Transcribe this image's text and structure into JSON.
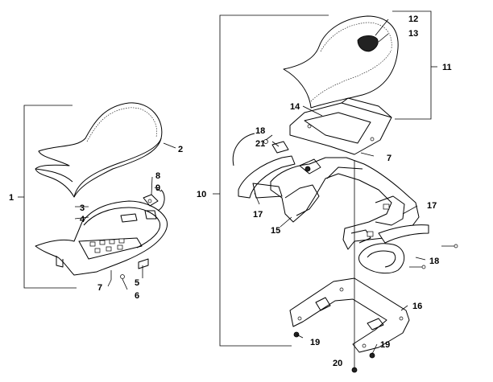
{
  "callouts": [
    {
      "id": "c1",
      "text": "1"
    },
    {
      "id": "c2",
      "text": "2"
    },
    {
      "id": "c3",
      "text": "3"
    },
    {
      "id": "c4",
      "text": "4"
    },
    {
      "id": "c5",
      "text": "5"
    },
    {
      "id": "c6",
      "text": "6"
    },
    {
      "id": "c7a",
      "text": "7"
    },
    {
      "id": "c8",
      "text": "8"
    },
    {
      "id": "c9",
      "text": "9"
    },
    {
      "id": "c10",
      "text": "10"
    },
    {
      "id": "c11",
      "text": "11"
    },
    {
      "id": "c12",
      "text": "12"
    },
    {
      "id": "c13",
      "text": "13"
    },
    {
      "id": "c14",
      "text": "14"
    },
    {
      "id": "c15",
      "text": "15"
    },
    {
      "id": "c16",
      "text": "16"
    },
    {
      "id": "c17a",
      "text": "17"
    },
    {
      "id": "c17b",
      "text": "17"
    },
    {
      "id": "c18a",
      "text": "18"
    },
    {
      "id": "c18b",
      "text": "18"
    },
    {
      "id": "c19a",
      "text": "19"
    },
    {
      "id": "c19b",
      "text": "19"
    },
    {
      "id": "c20",
      "text": "20"
    },
    {
      "id": "c21",
      "text": "21"
    },
    {
      "id": "c7b",
      "text": "7"
    }
  ]
}
